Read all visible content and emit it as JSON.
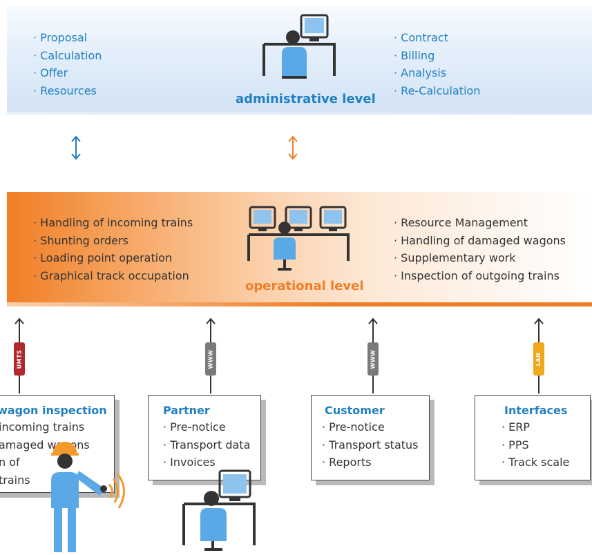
{
  "administrative": {
    "title": "administrative level",
    "left_items": [
      "Proposal",
      "Calculation",
      "Offer",
      "Resources"
    ],
    "right_items": [
      "Contract",
      "Billing",
      "Analysis",
      "Re-Calculation"
    ]
  },
  "operational": {
    "title": "operational level",
    "left_items": [
      "Handling of incoming trains",
      "Shunting orders",
      "Loading point operation",
      "Graphical track occupation"
    ],
    "right_items": [
      "Resource Management",
      "Handling of damaged wagons",
      "Supplementary work",
      "Inspection of outgoing trains"
    ]
  },
  "connections": [
    {
      "tag": "UMTS",
      "color": "#b3282e"
    },
    {
      "tag": "WWW",
      "color": "#7a7a7a"
    },
    {
      "tag": "WWW",
      "color": "#7a7a7a"
    },
    {
      "tag": "LAN",
      "color": "#f0a81c"
    }
  ],
  "boxes": {
    "wagon": {
      "title": "wagon inspection",
      "lines": [
        "incoming trains",
        "amaged wagons",
        "n of",
        "trains"
      ]
    },
    "partner": {
      "title": "Partner",
      "items": [
        "Pre-notice",
        "Transport data",
        "Invoices"
      ]
    },
    "customer": {
      "title": "Customer",
      "items": [
        "Pre-notice",
        "Transport status",
        "Reports"
      ]
    },
    "interfaces": {
      "title": "Interfaces",
      "items": [
        "ERP",
        "PPS",
        "Track scale"
      ]
    }
  },
  "colors": {
    "blue": "#1f7fc0",
    "orange": "#f07e26",
    "figure_blue": "#5aa9e6",
    "figure_dark": "#333333",
    "wifi_orange": "#f39a2b"
  }
}
